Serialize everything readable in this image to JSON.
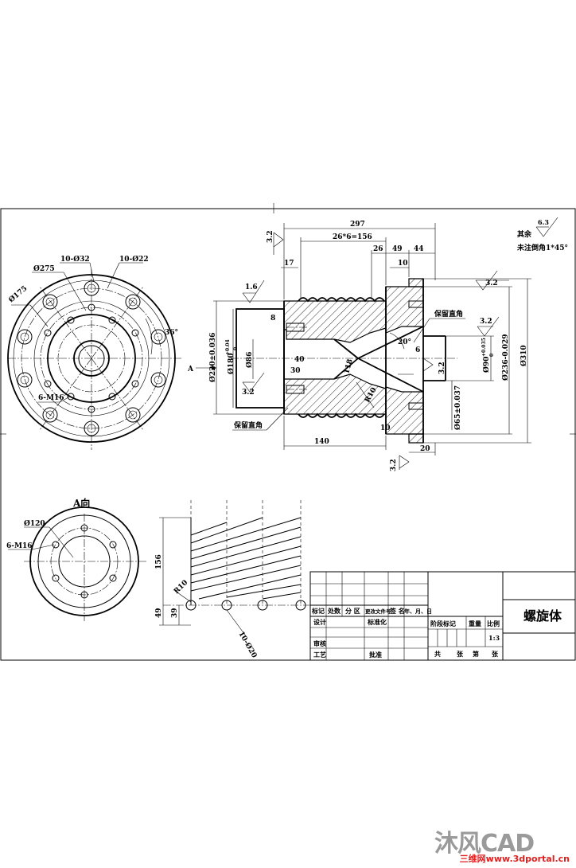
{
  "section": {
    "overall_length": "297",
    "thread_pitch": "26*6=156",
    "dim_26": "26",
    "dim_49": "49",
    "dim_44": "44",
    "dim_17": "17",
    "dim_10_top": "10",
    "dim_8": "8",
    "dim_40": "40",
    "dim_30": "30",
    "dim_118": "118",
    "dim_R10": "R10",
    "dim_10_bottom": "10",
    "dim_140": "140",
    "dim_20_bottom": "20",
    "dim_6": "6",
    "angle_20": "20°",
    "dia_220": "Ø220±0.036",
    "dia_180": "Ø180",
    "dia_180_tol_upper": "+0.04",
    "dia_180_tol_lower": "0",
    "dia_86": "Ø86",
    "dia_90": "Ø90",
    "dia_90_tol_upper": "+0.035",
    "dia_90_tol_lower": "0",
    "dia_236": "Ø236-0.029",
    "dia_310": "Ø310",
    "dia_65": "Ø65±0.037",
    "keep_sharp_1": "保留直角",
    "keep_sharp_2": "保留直角",
    "view_arrow": "A",
    "roughness_left": "1.6",
    "roughness_top": "3.2",
    "roughness_right": "3.2",
    "roughness_bore": "3.2",
    "roughness_face": "3.2",
    "roughness_mid": "3.2",
    "roughness_bottom": "3.2"
  },
  "notes": {
    "rest_label": "其余",
    "rest_roughness": "6.3",
    "chamfer_note": "未注倒角1*45°"
  },
  "front_view": {
    "dia_275": "Ø275",
    "dia_175": "Ø175",
    "holes_32": "10-Ø32",
    "holes_22": "10-Ø22",
    "angle_36": "36°",
    "thread_holes": "6-M16"
  },
  "view_a": {
    "title": "A向",
    "dia_120": "Ø120",
    "thread_holes": "6-M16"
  },
  "groove": {
    "dim_156": "156",
    "dim_R10": "R10",
    "dim_49": "49",
    "dim_39": "39",
    "holes_20": "10-Ø20"
  },
  "title_block": {
    "part_name": "螺旋体",
    "row_headers": [
      "标记",
      "处数",
      "分 区",
      "更改文件号",
      "签 名",
      "年、月、日"
    ],
    "designer": "设计",
    "standard": "标准化",
    "review": "审核",
    "process": "工艺",
    "approve": "批准",
    "stage_mark": "阶段标记",
    "weight": "重量",
    "scale": "比例",
    "scale_value": "1:3",
    "sheets_total": "共",
    "sheets_unit": "张",
    "sheet_no": "第",
    "sheet_unit2": "张"
  },
  "watermark": {
    "logo": "沐风CAD",
    "site": "三维网www.3dportal.cn"
  }
}
